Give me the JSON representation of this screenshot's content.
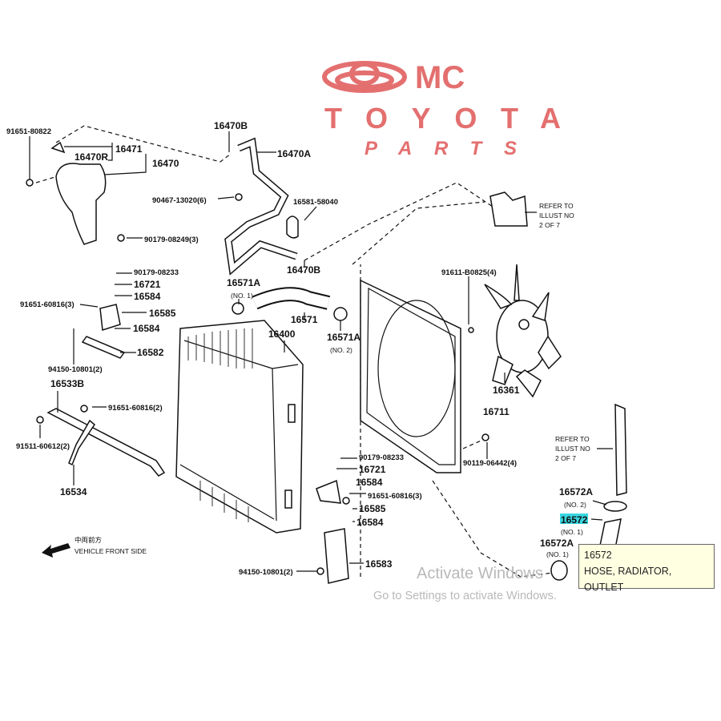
{
  "logo": {
    "line1": "MC",
    "line2": "TOYOTA",
    "line3": "PARTS",
    "color": "#e46f6f"
  },
  "labels": {
    "l01": "91651-80822",
    "l02": "16471",
    "l03": "16470R",
    "l04": "16470",
    "l05": "16470B",
    "l06": "16470A",
    "l07": "90467-13020(6)",
    "l08": "16581-58040",
    "l09": "90179-08249(3)",
    "l10": "16470B",
    "l11": "90179-08233",
    "l12": "16721",
    "l13": "16584",
    "l14": "91651-60816(3)",
    "l15": "16585",
    "l16": "16584",
    "l17": "16582",
    "l18": "94150-10801(2)",
    "l19": "16571A",
    "l19b": "(NO. 1)",
    "l20": "16571",
    "l21": "16400",
    "l22": "16571A",
    "l22b": "(NO. 2)",
    "l23a": "REFER TO",
    "l23b": "ILLUST NO",
    "l23c": "2 OF 7",
    "l24": "91611-B0825(4)",
    "l25": "16361",
    "l26": "16711",
    "l27": "16533B",
    "l28": "91651-60816(2)",
    "l29": "91511-60612(2)",
    "l30": "16534",
    "l31a": "REFER TO",
    "l31b": "ILLUST NO",
    "l31c": "2 OF 7",
    "l32": "90179-08233",
    "l33": "16721",
    "l34": "16584",
    "l35": "91651-60816(3)",
    "l36": "16585",
    "l37": "16584",
    "l38": "90119-06442(4)",
    "l39": "16583",
    "l40": "94150-10801(2)",
    "l41": "16572A",
    "l41b": "(NO. 2)",
    "l42": "16572",
    "l42b": "(NO. 1)",
    "l43": "16572A",
    "l43b": "(NO. 1)",
    "front_cn": "中両前方",
    "front_en": "VEHICLE FRONT SIDE"
  },
  "highlight_color": "#38d6e0",
  "tooltip": {
    "part_no": "16572",
    "description": "HOSE, RADIATOR, OUTLET"
  },
  "watermark": {
    "line1": "Activate Windows",
    "line2": "Go to Settings to activate Windows."
  }
}
